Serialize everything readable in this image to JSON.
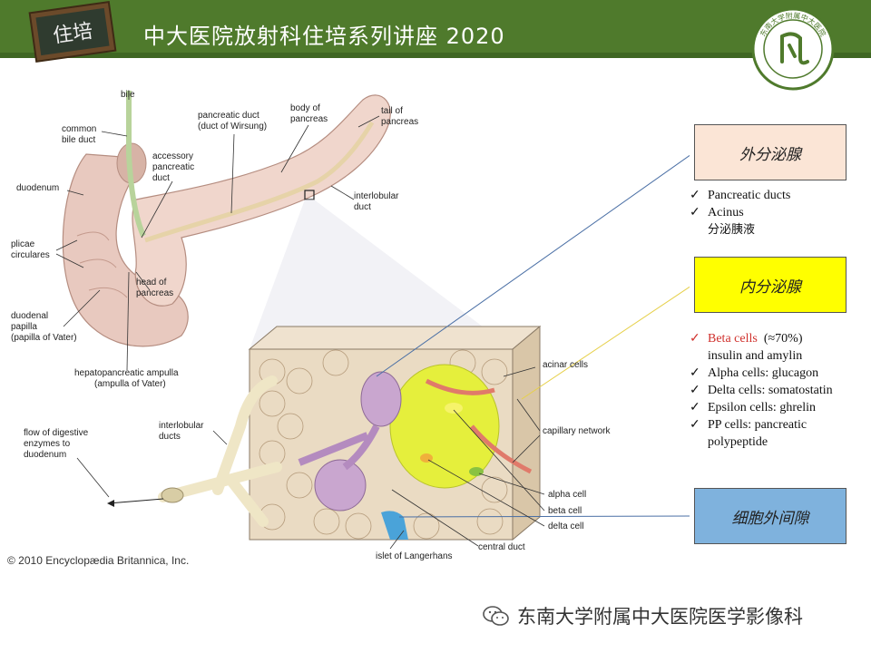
{
  "header": {
    "badge_text": "住培",
    "title": "中大医院放射科住培系列讲座 2020",
    "seal_text": "东南大学附属中大医院"
  },
  "diagram_labels": {
    "bile": "bile",
    "common_bile_duct_1": "common",
    "common_bile_duct_2": "bile duct",
    "duodenum": "duodenum",
    "plicae_1": "plicae",
    "plicae_2": "circulares",
    "duodenal_papilla_1": "duodenal",
    "duodenal_papilla_2": "papilla",
    "duodenal_papilla_3": "(papilla of Vater)",
    "accessory_1": "accessory",
    "accessory_2": "pancreatic",
    "accessory_3": "duct",
    "pancreatic_duct_1": "pancreatic duct",
    "pancreatic_duct_2": "(duct of Wirsung)",
    "body_1": "body of",
    "body_2": "pancreas",
    "tail_1": "tail of",
    "tail_2": "pancreas",
    "interlobular_1": "interlobular",
    "interlobular_2": "duct",
    "head_1": "head of",
    "head_2": "pancreas",
    "ampulla_1": "hepatopancreatic ampulla",
    "ampulla_2": "(ampulla of Vater)",
    "flow_1": "flow of digestive",
    "flow_2": "enzymes to",
    "flow_3": "duodenum",
    "interlobular_ducts_1": "interlobular",
    "interlobular_ducts_2": "ducts",
    "acinar_cells": "acinar cells",
    "capillary_network": "capillary network",
    "alpha_cell": "alpha cell",
    "beta_cell": "beta cell",
    "delta_cell": "delta cell",
    "central_duct": "central duct",
    "islet": "islet of Langerhans"
  },
  "copyright": "© 2010 Encyclopædia Britannica, Inc.",
  "exocrine": {
    "title": "外分泌腺",
    "items": [
      "Pancreatic  ducts",
      "Acinus"
    ],
    "note": "分泌胰液"
  },
  "endocrine": {
    "title": "内分泌腺",
    "beta_label": "Beta cells",
    "beta_pct": "(≈70%)",
    "beta_detail": "insulin  and amylin",
    "items": [
      "Alpha  cells:  glucagon",
      "Delta  cells:  somatostatin",
      "Epsilon  cells:  ghrelin",
      "PP cells:  pancreatic"
    ],
    "pp_detail": "polypeptide"
  },
  "extracellular": {
    "title": "细胞外间隙"
  },
  "footer": {
    "text": "东南大学附属中大医院医学影像科"
  },
  "colors": {
    "header_green": "#4f7a2c",
    "exocrine_box": "#fbe5d6",
    "endocrine_box": "#ffff00",
    "extracellular_box": "#7fb2dd",
    "beta_red": "#d0312d"
  }
}
